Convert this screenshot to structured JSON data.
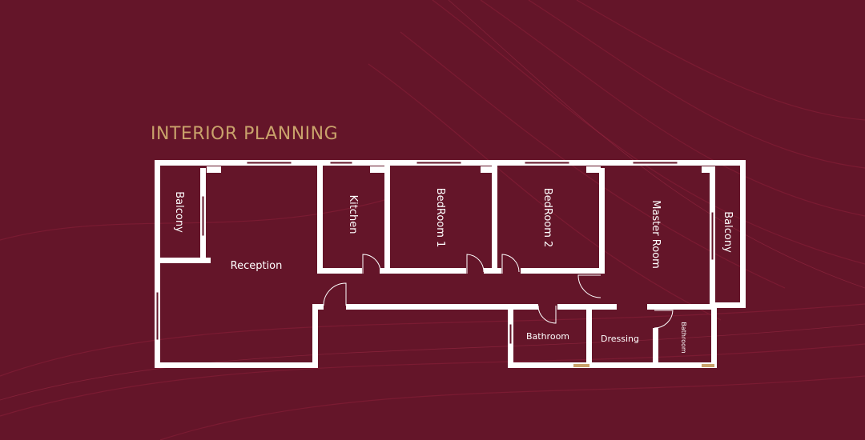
{
  "heading": "INTERIOR PLANNING",
  "colors": {
    "background": "#641529",
    "accent": "#c9a26b",
    "walls": "#ffffff",
    "swirl": "#8a2139"
  },
  "rooms": {
    "balcony_left": "Balcony",
    "reception": "Reception",
    "kitchen": "Kitchen",
    "bedroom1": "BedRoom 1",
    "bedroom2": "BedRoom 2",
    "master_room": "Master Room",
    "balcony_right": "Balcony",
    "bathroom_1": "Bathroom",
    "dressing": "Dressing",
    "bathroom_2": "Bathroom"
  }
}
